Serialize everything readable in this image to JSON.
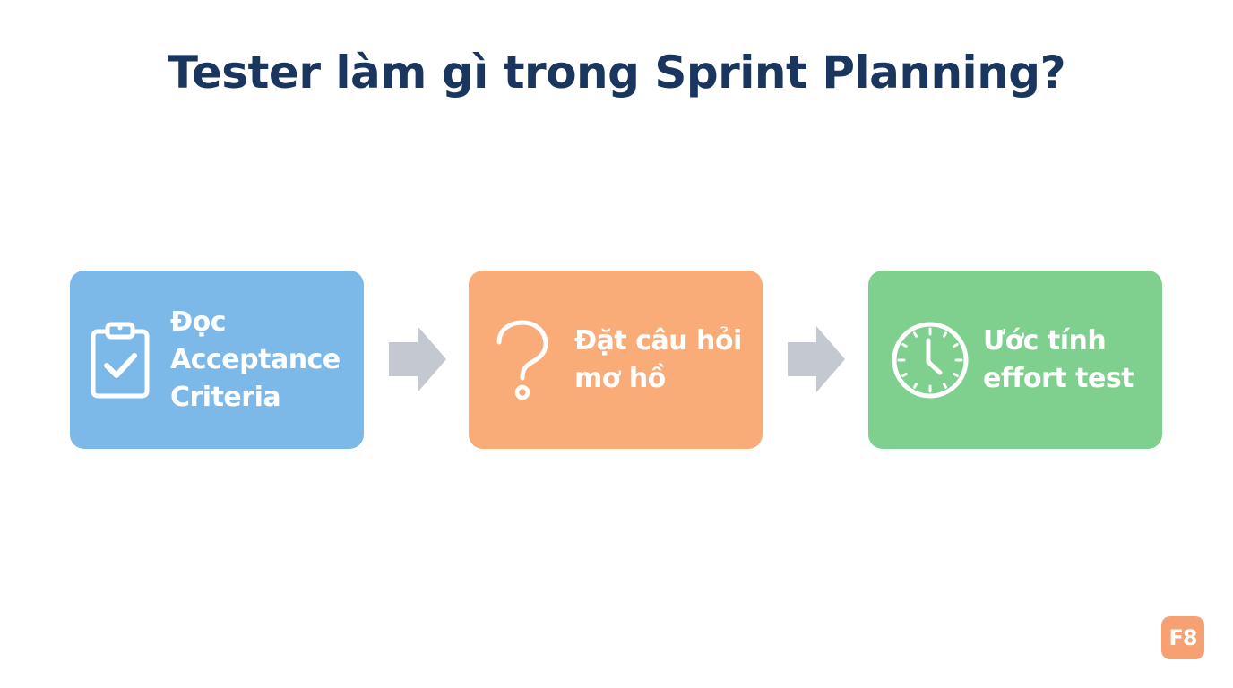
{
  "title": "Tester làm gì trong Sprint Planning?",
  "steps": [
    {
      "lines": [
        "Đọc",
        "Acceptance",
        "Criteria"
      ],
      "icon": "clipboard-check-icon",
      "color": "#7cb8e8"
    },
    {
      "lines": [
        "Đặt câu hỏi",
        "mơ hồ"
      ],
      "icon": "question-mark-icon",
      "color": "#f9ab78"
    },
    {
      "lines": [
        "Ước tính",
        "effort test"
      ],
      "icon": "clock-icon",
      "color": "#7fcf8e"
    }
  ],
  "connector_color": "#c3c8d1",
  "logo": {
    "text": "F8",
    "color": "#f7a072"
  }
}
